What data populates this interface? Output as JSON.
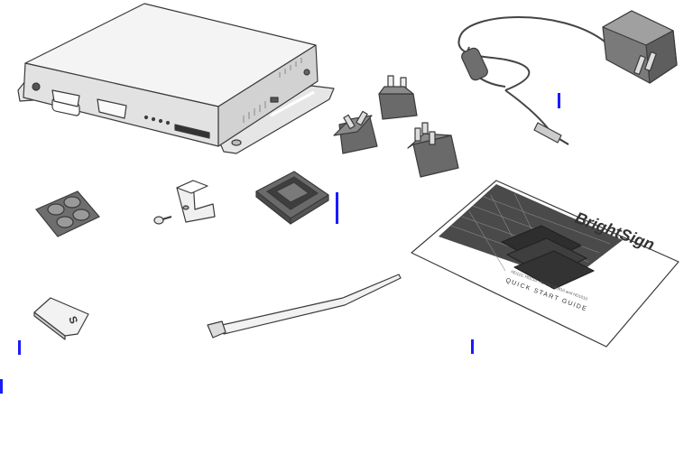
{
  "guide_cover": {
    "brand": "BrightSign",
    "models": "HD110, HD210, HD410, HD810 and HD1010",
    "subtitle": "QUICK START GUIDE"
  },
  "colors": {
    "outline": "#3a3a3a",
    "device_light": "#f4f4f4",
    "device_mid": "#dcdcdc",
    "device_dark": "#9a9a9a",
    "plug_dark": "#6e6e6e",
    "cursor": "#1a1aff"
  },
  "icons": [
    "player-device-image",
    "power-adapter-image",
    "plug-adapter-image",
    "rubber-feet-image",
    "mounting-bracket-image",
    "screw-image",
    "adhesive-mount-image",
    "sd-card-image",
    "cable-tie-image",
    "quick-start-guide-image"
  ]
}
